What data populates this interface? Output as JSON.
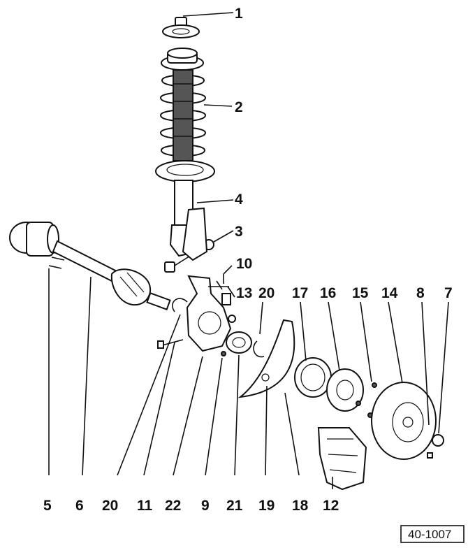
{
  "figure_ref": "40-1007",
  "callouts": [
    {
      "id": "1"
    },
    {
      "id": "2"
    },
    {
      "id": "3"
    },
    {
      "id": "4"
    },
    {
      "id": "5"
    },
    {
      "id": "6"
    },
    {
      "id": "7"
    },
    {
      "id": "8"
    },
    {
      "id": "9"
    },
    {
      "id": "10"
    },
    {
      "id": "11"
    },
    {
      "id": "12"
    },
    {
      "id": "13"
    },
    {
      "id": "14"
    },
    {
      "id": "15"
    },
    {
      "id": "16"
    },
    {
      "id": "17"
    },
    {
      "id": "18"
    },
    {
      "id": "19"
    },
    {
      "id": "20"
    },
    {
      "id": "20b",
      "label": "20"
    },
    {
      "id": "21"
    },
    {
      "id": "22"
    }
  ],
  "colors": {
    "ink": "#111111",
    "paper": "#ffffff"
  }
}
